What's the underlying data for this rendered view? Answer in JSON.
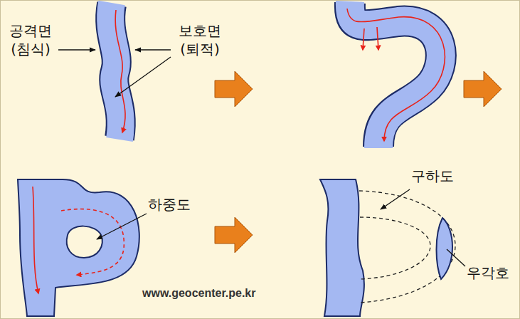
{
  "diagram": {
    "labels": [
      "공격면 (침식)",
      "보호면 (퇴적)",
      "하중도",
      "구하도",
      "우각호",
      "www.geocenter.pe.kr"
    ]
  }
}
